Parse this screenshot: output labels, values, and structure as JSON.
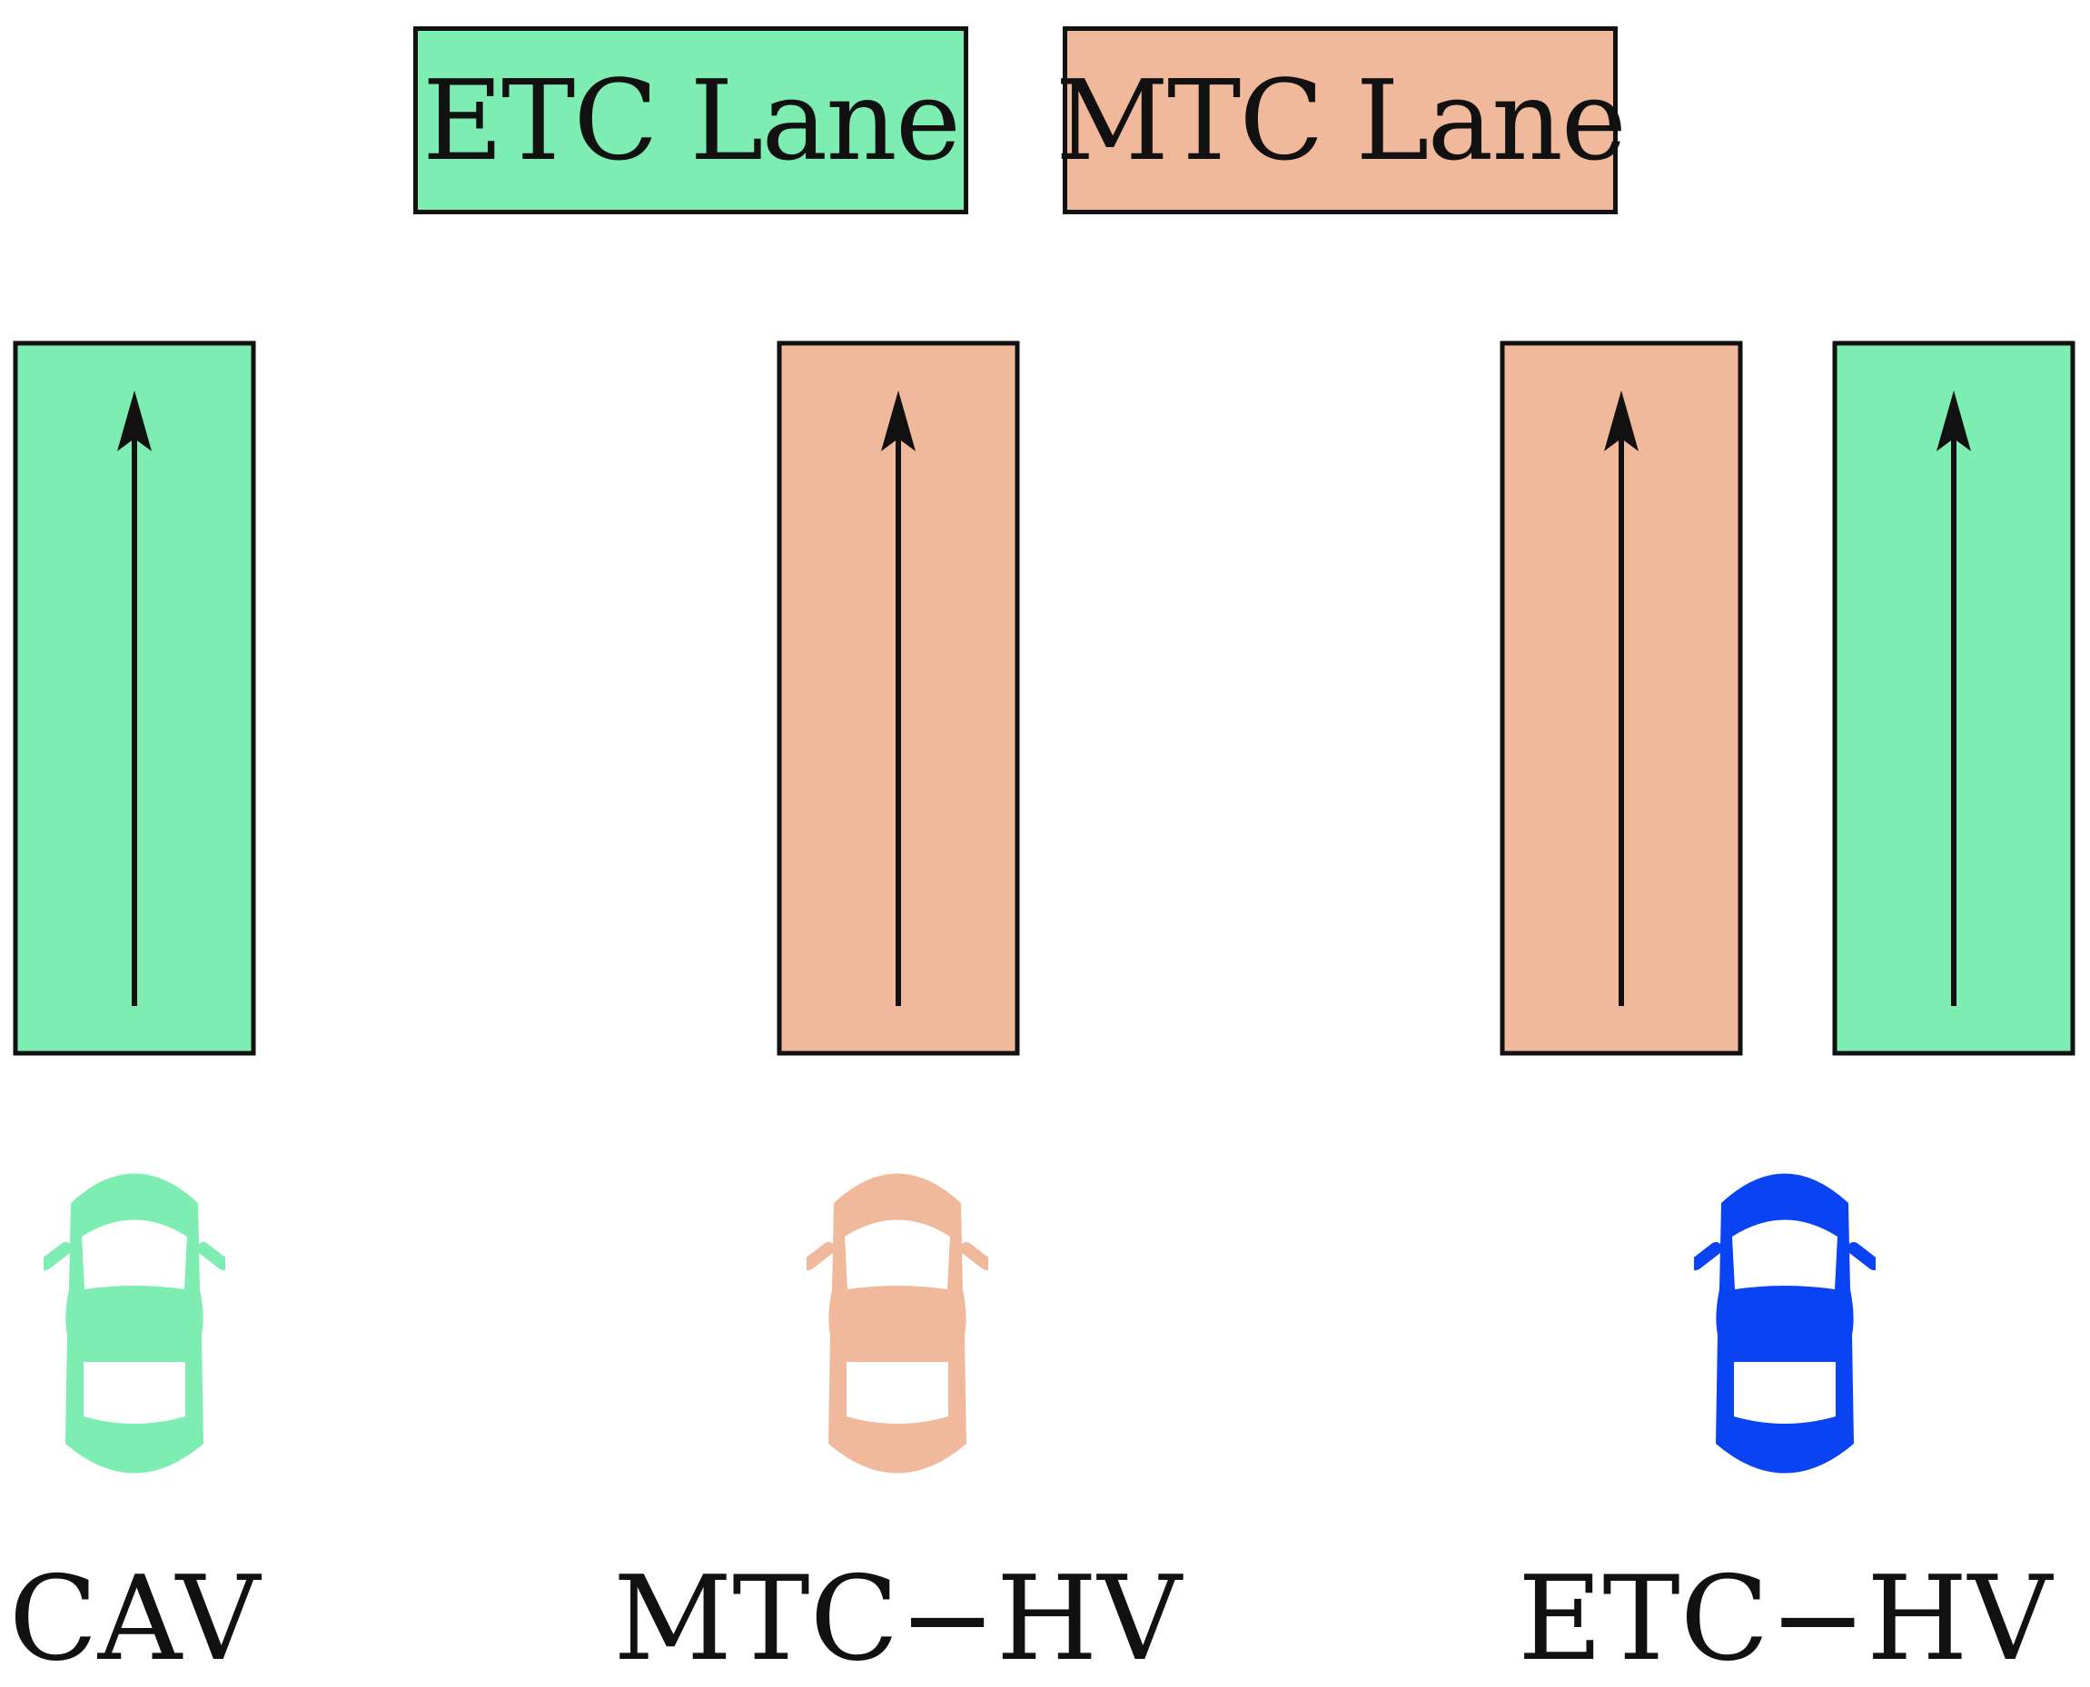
{
  "colors": {
    "etc": "#7eedb2",
    "mtc": "#f1b99b",
    "etc_hv": "#0a43f2",
    "stroke": "#111111"
  },
  "legend": {
    "etc_label": "ETC Lane",
    "mtc_label": "MTC Lane"
  },
  "lanes": [
    {
      "type": "etc",
      "direction": "up"
    },
    {
      "type": "mtc",
      "direction": "up"
    },
    {
      "type": "mtc",
      "direction": "up"
    },
    {
      "type": "etc",
      "direction": "up"
    }
  ],
  "vehicles": [
    {
      "label": "CAV",
      "color_key": "etc",
      "icon": "car-icon"
    },
    {
      "label": "MTC−HV",
      "color_key": "mtc",
      "icon": "car-icon"
    },
    {
      "label": "ETC−HV",
      "color_key": "etc_hv",
      "icon": "car-icon"
    }
  ]
}
